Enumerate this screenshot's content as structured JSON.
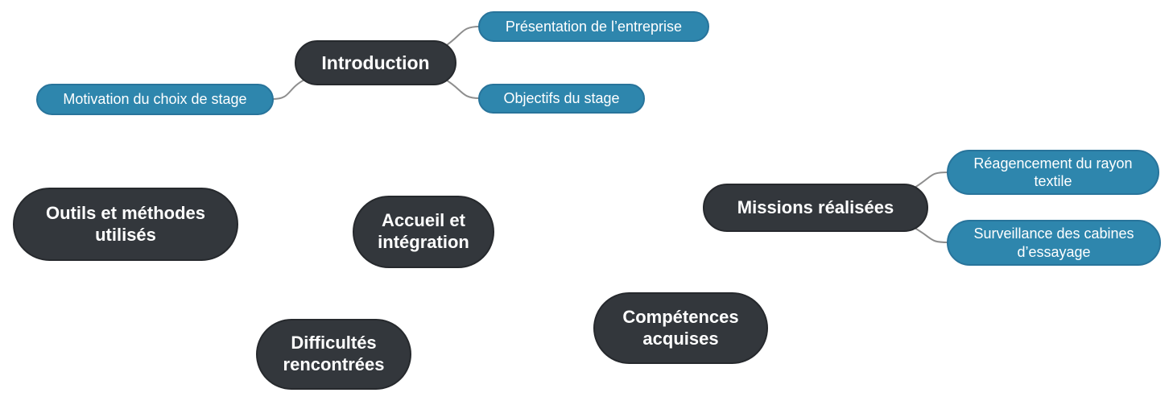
{
  "diagram_type": "mindmap",
  "nodes": {
    "introduction": {
      "label": "Introduction",
      "level": "main"
    },
    "presentation": {
      "label": "Présentation de l’entreprise",
      "level": "sub"
    },
    "objectifs": {
      "label": "Objectifs du stage",
      "level": "sub"
    },
    "motivation": {
      "label": "Motivation du choix de stage",
      "level": "sub"
    },
    "outils": {
      "label": "Outils et méthodes utilisés",
      "level": "main"
    },
    "accueil": {
      "label": "Accueil et intégration",
      "level": "main"
    },
    "missions": {
      "label": "Missions réalisées",
      "level": "main"
    },
    "reagencement": {
      "label": "Réagencement du rayon textile",
      "level": "sub"
    },
    "surveillance": {
      "label": "Surveillance des cabines d’essayage",
      "level": "sub"
    },
    "difficultes": {
      "label": "Difficultés rencontrées",
      "level": "main"
    },
    "competences": {
      "label": "Compétences acquises",
      "level": "main"
    }
  },
  "connections": [
    {
      "from": "Introduction",
      "to": "Présentation de l’entreprise"
    },
    {
      "from": "Introduction",
      "to": "Objectifs du stage"
    },
    {
      "from": "Introduction",
      "to": "Motivation du choix de stage"
    },
    {
      "from": "Missions réalisées",
      "to": "Réagencement du rayon textile"
    },
    {
      "from": "Missions réalisées",
      "to": "Surveillance des cabines d’essayage"
    }
  ],
  "colors": {
    "main_node_fill": "#33373c",
    "sub_node_fill": "#2e86ad",
    "connector": "#8e8e8e",
    "node_text": "#ffffff",
    "background": "#ffffff"
  }
}
